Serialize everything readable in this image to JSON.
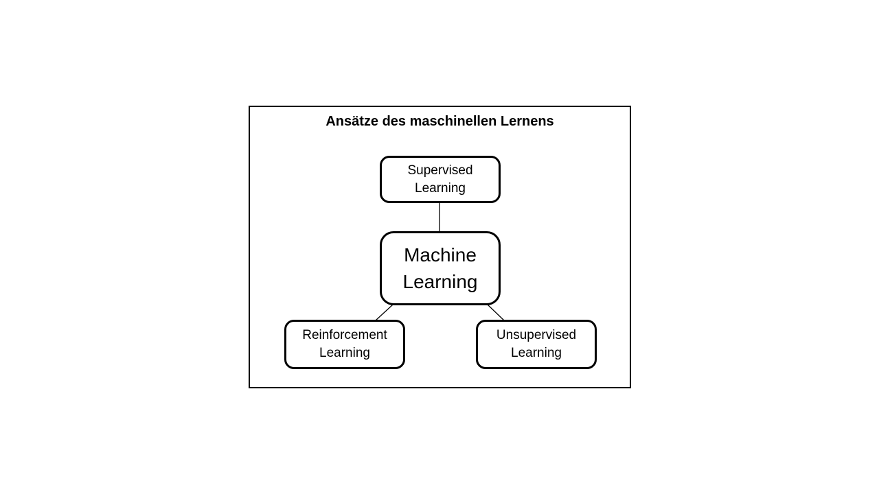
{
  "diagram": {
    "title": "Ansätze des maschinellen Lernens",
    "nodes": [
      {
        "id": "supervised-learning",
        "lines": [
          "Supervised",
          "Learning"
        ],
        "role": "top-child"
      },
      {
        "id": "machine-learning",
        "lines": [
          "Machine",
          "Learning"
        ],
        "role": "center-root"
      },
      {
        "id": "reinforcement-learning",
        "lines": [
          "Reinforcement",
          "Learning"
        ],
        "role": "bottom-left-child"
      },
      {
        "id": "unsupervised-learning",
        "lines": [
          "Unsupervised",
          "Learning"
        ],
        "role": "bottom-right-child"
      }
    ],
    "edges": [
      {
        "from": "supervised-learning",
        "to": "machine-learning"
      },
      {
        "from": "machine-learning",
        "to": "reinforcement-learning"
      },
      {
        "from": "machine-learning",
        "to": "unsupervised-learning"
      }
    ],
    "colors": {
      "stroke": "#000000",
      "fill": "#ffffff",
      "text": "#000000",
      "background": "#ffffff"
    }
  }
}
